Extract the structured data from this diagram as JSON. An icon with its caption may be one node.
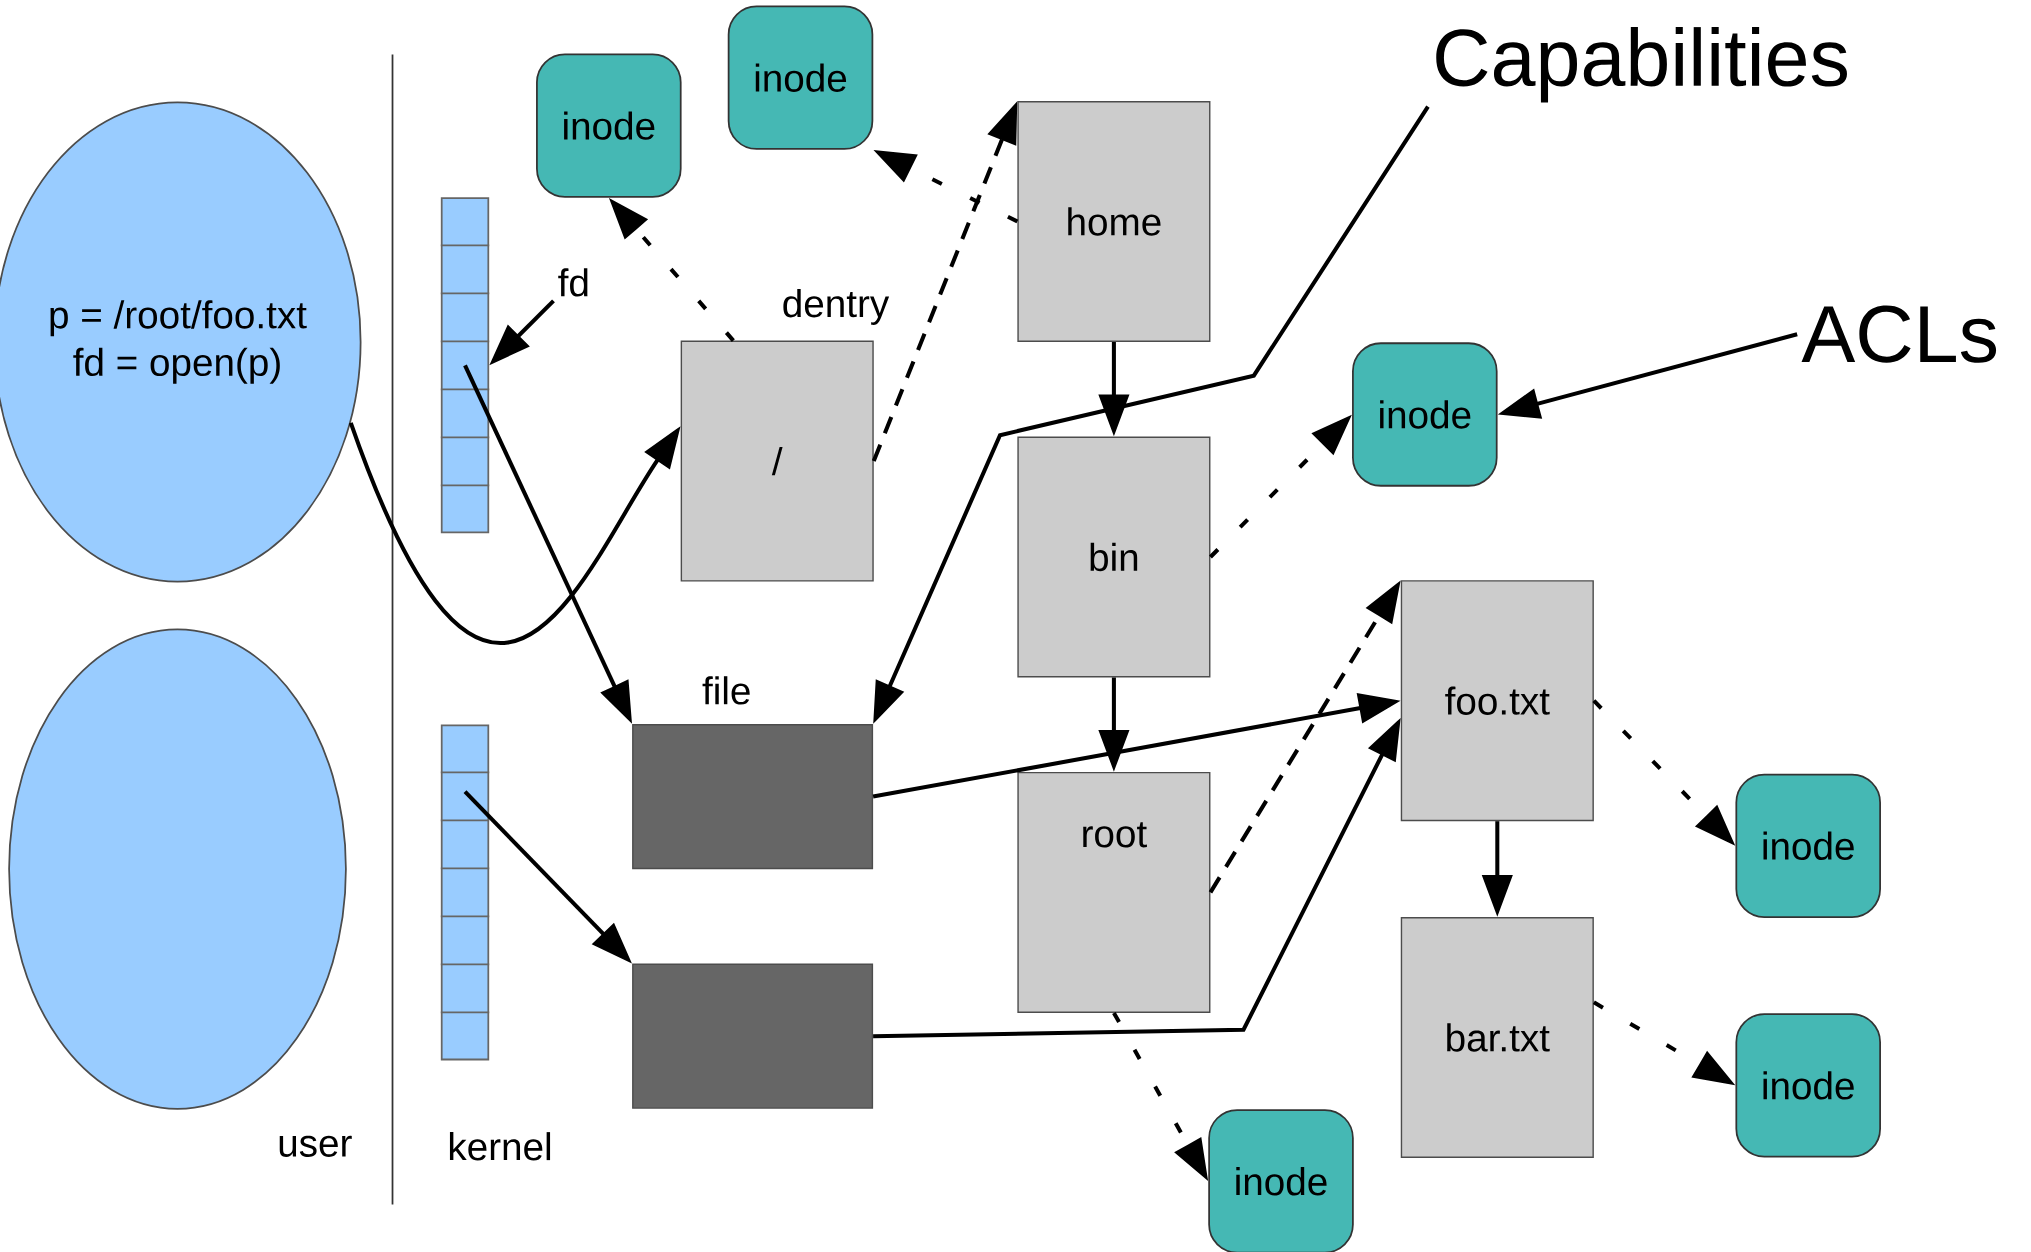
{
  "diagram": {
    "nodes": [
      {
        "text": [
          "p = /root/foo.txt",
          "fd = open(p)"
        ]
      },
      {
        "text": [],
        "shape": "ellipse"
      },
      {
        "text": [],
        "shape": "table"
      },
      {
        "text": [],
        "shape": "table"
      },
      {
        "text": [
          "fd"
        ]
      },
      {
        "text": [
          "/"
        ],
        "beside": [
          "dentry"
        ]
      },
      {
        "text": [],
        "shape": "box",
        "beside": [
          "file"
        ]
      },
      {
        "text": [],
        "shape": "box"
      },
      {
        "text": [
          "home"
        ]
      },
      {
        "text": [
          "bin"
        ]
      },
      {
        "text": [
          "root"
        ]
      },
      {
        "text": [
          "foo.txt"
        ]
      },
      {
        "text": [
          "bar.txt"
        ]
      },
      {
        "text": [
          "inode"
        ]
      },
      {
        "text": [
          "inode"
        ]
      },
      {
        "text": [
          "inode"
        ]
      },
      {
        "text": [
          "inode"
        ]
      },
      {
        "text": [
          "inode"
        ]
      },
      {
        "text": [
          "inode"
        ]
      },
      {
        "text": [
          "Capabilities"
        ]
      },
      {
        "text": [
          "ACLs"
        ]
      }
    ],
    "edges": [
      {
        "from": 0,
        "to": 5,
        "arrow": "to"
      },
      {
        "from": 4,
        "to": 2,
        "arrow": "to"
      },
      {
        "from": 2,
        "to": 6,
        "arrow": "to"
      },
      {
        "from": 3,
        "to": 7,
        "arrow": "to"
      },
      {
        "from": 5,
        "to": 13,
        "arrow": "to",
        "style": "dashed"
      },
      {
        "from": 5,
        "to": 8,
        "arrow": "to",
        "style": "dashed"
      },
      {
        "from": 8,
        "to": 14,
        "arrow": "to",
        "style": "dashed"
      },
      {
        "from": 8,
        "to": 9,
        "arrow": "to"
      },
      {
        "from": 9,
        "to": 10,
        "arrow": "to"
      },
      {
        "from": 9,
        "to": 15,
        "arrow": "to",
        "style": "dashed"
      },
      {
        "from": 10,
        "to": 11,
        "arrow": "to",
        "style": "dashed"
      },
      {
        "from": 10,
        "to": 18,
        "arrow": "to",
        "style": "dashed"
      },
      {
        "from": 6,
        "to": 11,
        "arrow": "to"
      },
      {
        "from": 7,
        "to": 11,
        "arrow": "to"
      },
      {
        "from": 11,
        "to": 12,
        "arrow": "to"
      },
      {
        "from": 11,
        "to": 16,
        "arrow": "to",
        "style": "dashed"
      },
      {
        "from": 12,
        "to": 17,
        "arrow": "to",
        "style": "dashed"
      },
      {
        "from": 19,
        "to": 6,
        "arrow": "to"
      },
      {
        "from": 20,
        "to": 15,
        "arrow": "to"
      }
    ],
    "labels": [
      "user",
      "kernel"
    ]
  }
}
